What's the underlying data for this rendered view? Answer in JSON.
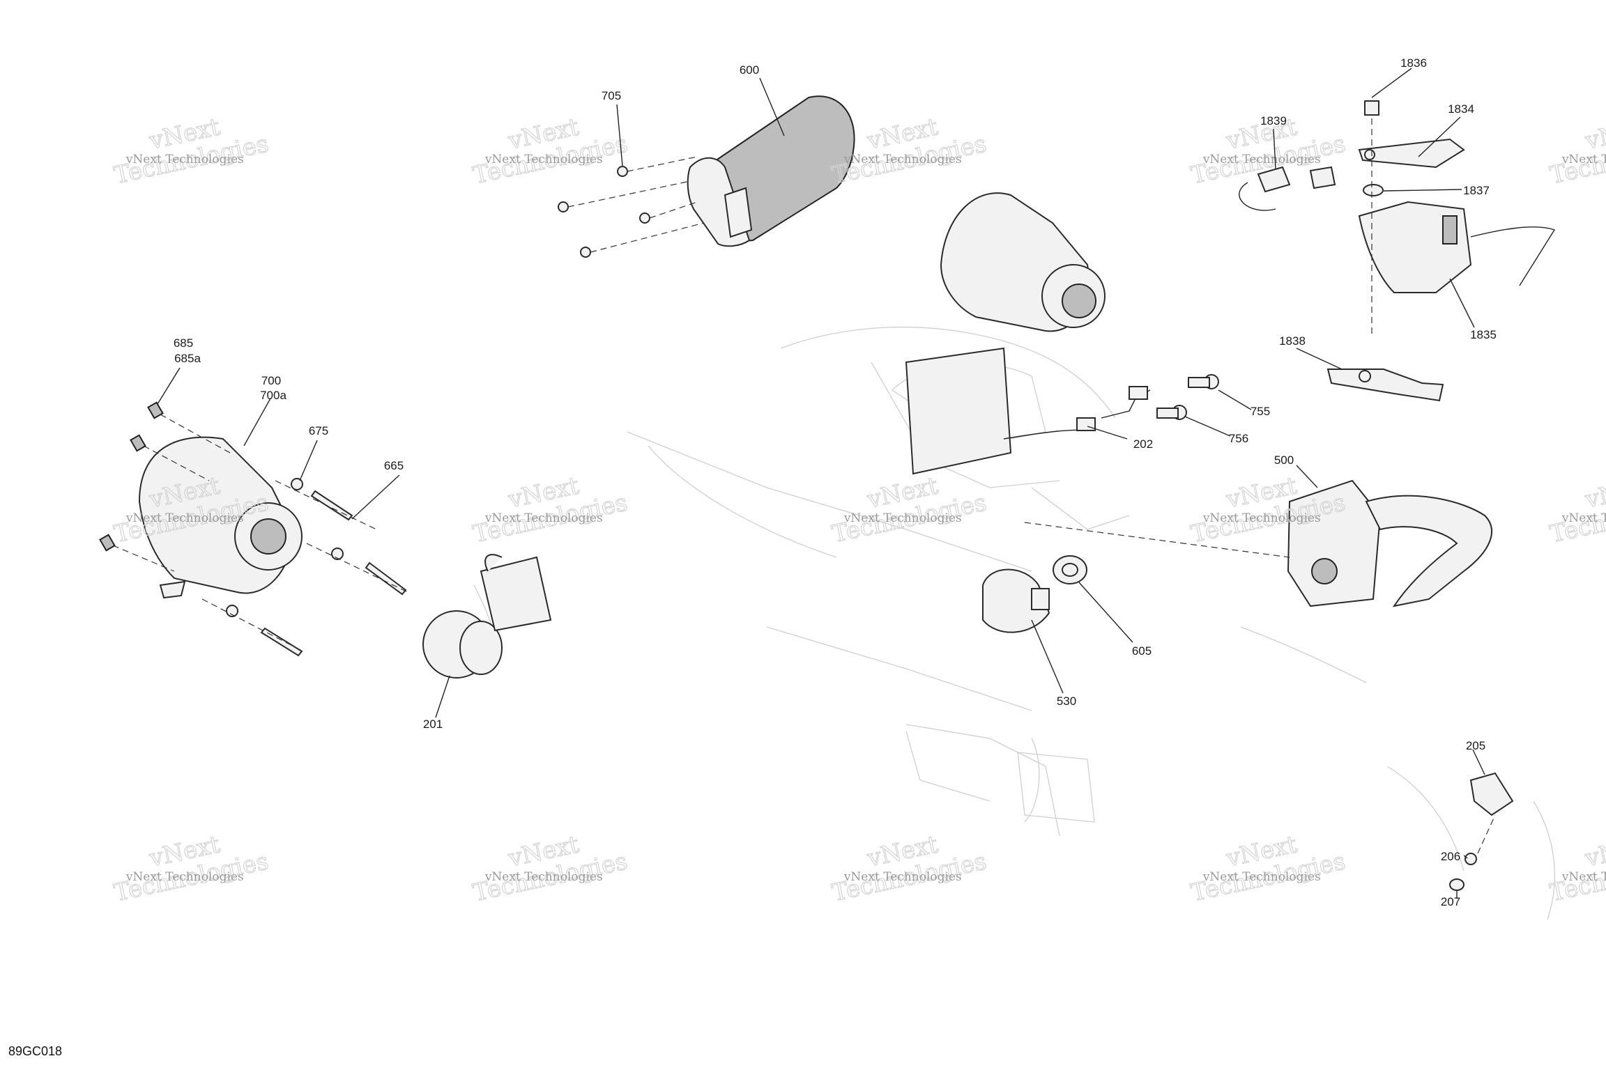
{
  "drawing_code": "89GC018",
  "watermark": {
    "line1": "vNext Technologies",
    "line2": "vNext",
    "line3": "Technologies"
  },
  "callouts": {
    "c600": "600",
    "c705": "705",
    "c685": "685",
    "c685a": "685a",
    "c700": "700",
    "c700a": "700a",
    "c675": "675",
    "c665": "665",
    "c201": "201",
    "c1836": "1836",
    "c1834": "1834",
    "c1839": "1839",
    "c1837": "1837",
    "c1835": "1835",
    "c1838": "1838",
    "c755": "755",
    "c756": "756",
    "c202": "202",
    "c500": "500",
    "c605": "605",
    "c530": "530",
    "c205": "205",
    "c206": "206",
    "c207": "207"
  }
}
